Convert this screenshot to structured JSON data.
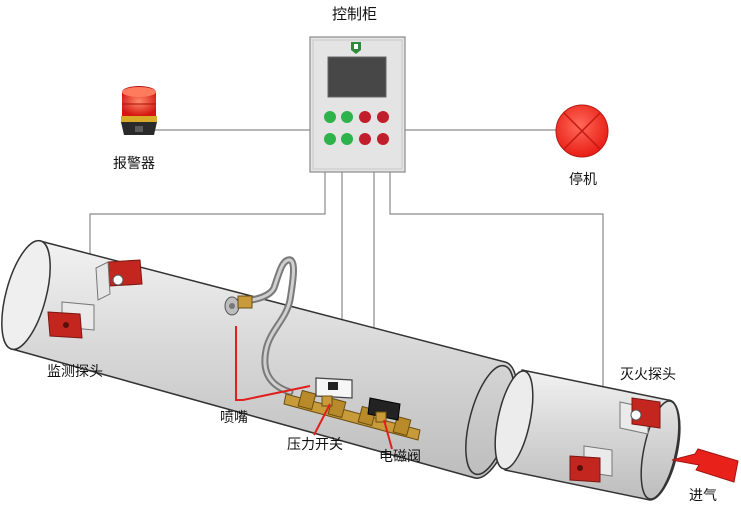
{
  "labels": {
    "cabinet": "控制柜",
    "alarm": "报警器",
    "stop": "停机",
    "monitor_probe": "监测探头",
    "flame_probe": "灭火探头",
    "nozzle": "喷嘴",
    "pressure_switch": "压力开关",
    "solenoid_valve": "电磁阀",
    "air_inlet": "进气"
  },
  "colors": {
    "pipe": "#dcdcdc",
    "pipe_outline": "#333333",
    "wire": "#888888",
    "callout": "#e0201e",
    "cabinet_panel": "#e6e6e6",
    "screen": "#444444",
    "button_green": "#2eb34a",
    "button_red": "#c21d2a",
    "probe_red": "#c3261f",
    "alarm_red": "#e8221a",
    "stop_red": "#ee2a22",
    "brass": "#c89a3a"
  },
  "icons": [
    "alarm-light-icon",
    "stop-button-icon",
    "cabinet-logo-icon"
  ]
}
